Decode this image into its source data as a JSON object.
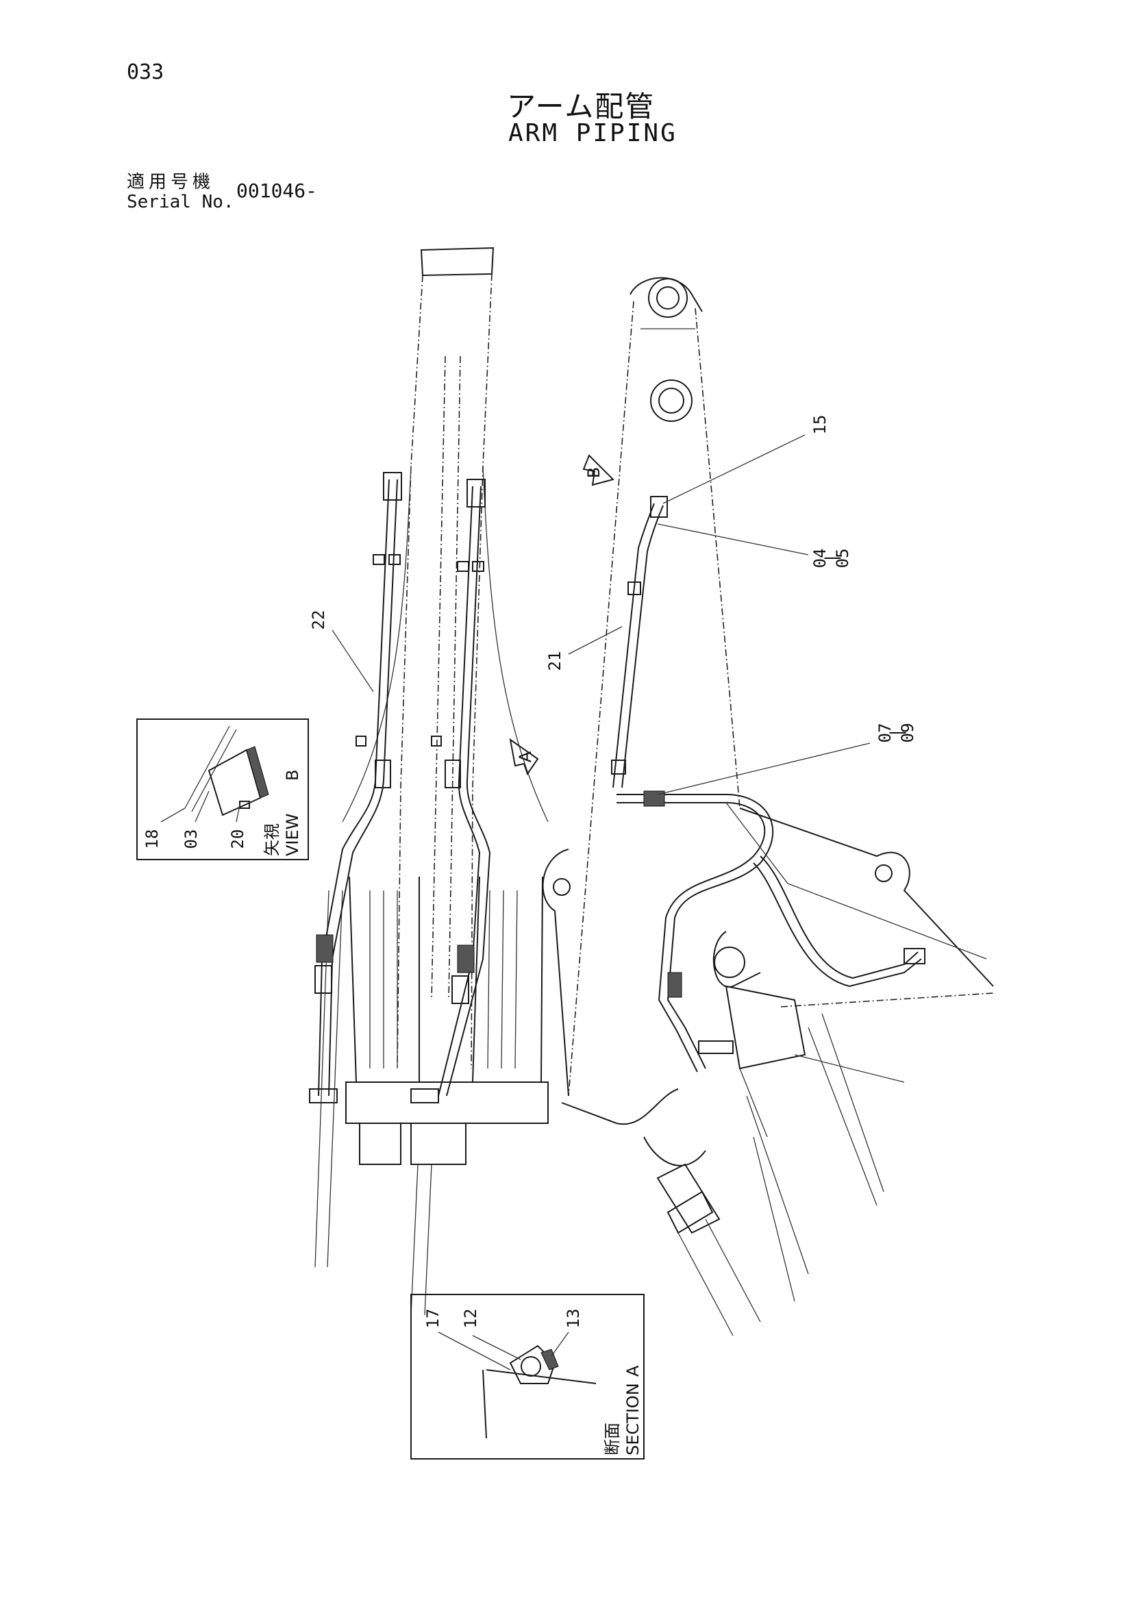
{
  "header": {
    "page_number": "033",
    "title_jp": "アーム配管",
    "title_en": "ARM PIPING",
    "serial_label_jp": "適用号機",
    "serial_label_en": "Serial No.",
    "serial_value": "001046-"
  },
  "callouts": {
    "c15": "15",
    "c04_05": "04\n|\n05",
    "c04": "04",
    "c05": "05",
    "c21": "21",
    "c22": "22",
    "c07": "07",
    "c09": "09"
  },
  "view_markers": {
    "a": "A",
    "b": "B"
  },
  "view_b_box": {
    "c18": "18",
    "c03": "03",
    "c20": "20",
    "label_jp": "矢視",
    "label_en": "VIEW",
    "letter": "B"
  },
  "section_a_box": {
    "c17": "17",
    "c12": "12",
    "c13": "13",
    "label_jp": "断面",
    "label_en": "SECTION",
    "letter": "A"
  }
}
